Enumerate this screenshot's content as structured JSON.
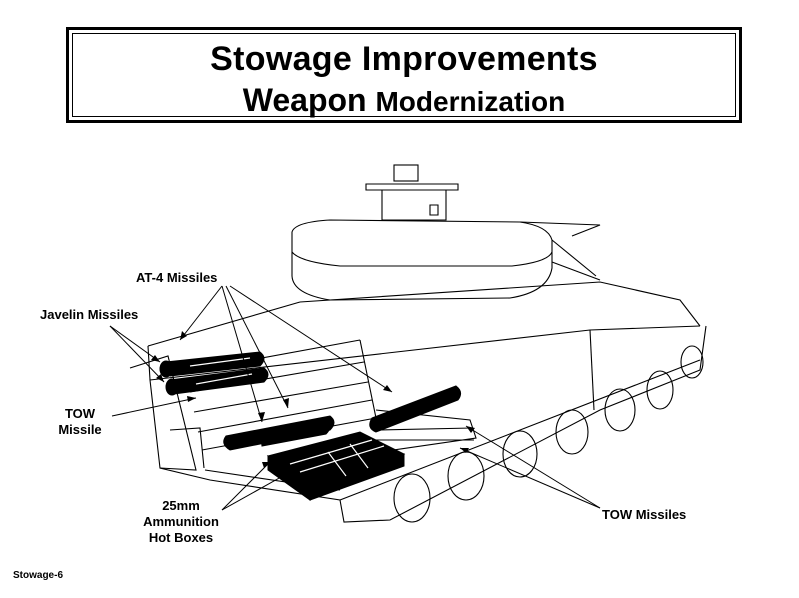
{
  "title": {
    "line1": "Stowage Improvements",
    "line2_a": "Weapon",
    "line2_b": "Modernization"
  },
  "labels": {
    "at4": "AT-4 Missiles",
    "javelin": "Javelin Missiles",
    "tow_single_1": "TOW",
    "tow_single_2": "Missile",
    "ammo_1": "25mm",
    "ammo_2": "Ammunition",
    "ammo_3": "Hot Boxes",
    "tow_missiles": "TOW Missiles"
  },
  "footer": "Stowage-6",
  "colors": {
    "line": "#000000",
    "background": "#ffffff"
  }
}
